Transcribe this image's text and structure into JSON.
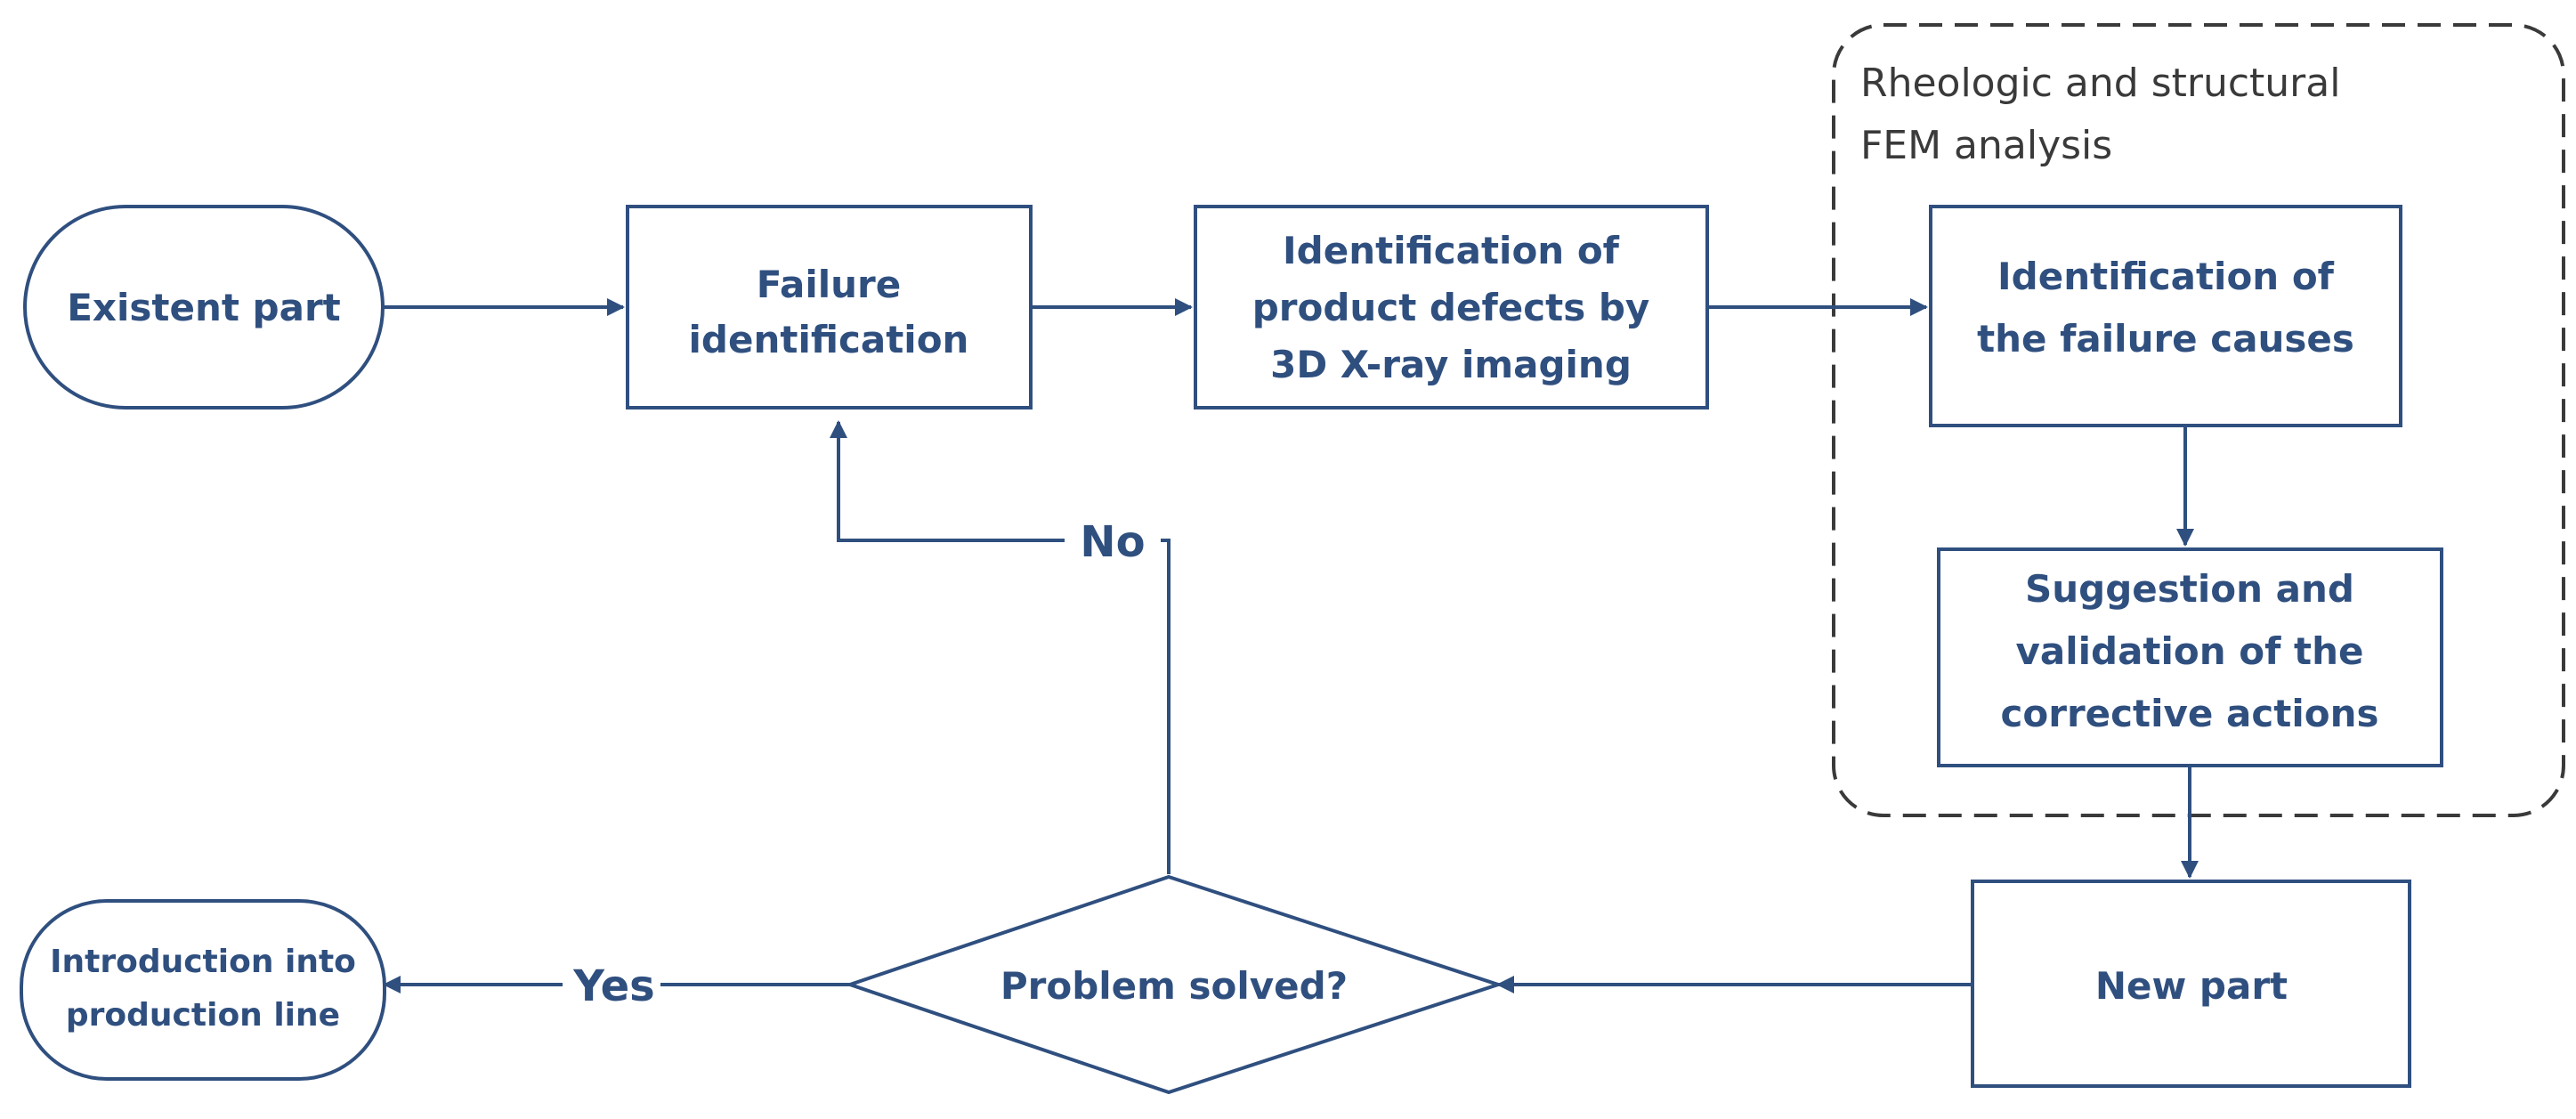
{
  "colors": {
    "stroke": "#2f4f7f",
    "text": "#2f4f7f",
    "group_text": "#3a3a3a",
    "background": "#ffffff"
  },
  "group": {
    "label_line1": "Rheologic and structural",
    "label_line2": "FEM analysis"
  },
  "nodes": {
    "existent_part": {
      "label": "Existent part"
    },
    "failure_identification": {
      "line1": "Failure",
      "line2": "identification"
    },
    "xray": {
      "line1": "Identification of",
      "line2": "product defects by",
      "line3": "3D X-ray imaging"
    },
    "failure_causes": {
      "line1": "Identification of",
      "line2": "the failure causes"
    },
    "corrective_actions": {
      "line1": "Suggestion and",
      "line2": "validation of the",
      "line3": "corrective actions"
    },
    "new_part": {
      "label": "New part"
    },
    "problem_solved": {
      "label": "Problem solved?"
    },
    "production_line": {
      "line1": "Introduction into",
      "line2": "production line"
    }
  },
  "edges": {
    "yes_label": "Yes",
    "no_label": "No"
  }
}
